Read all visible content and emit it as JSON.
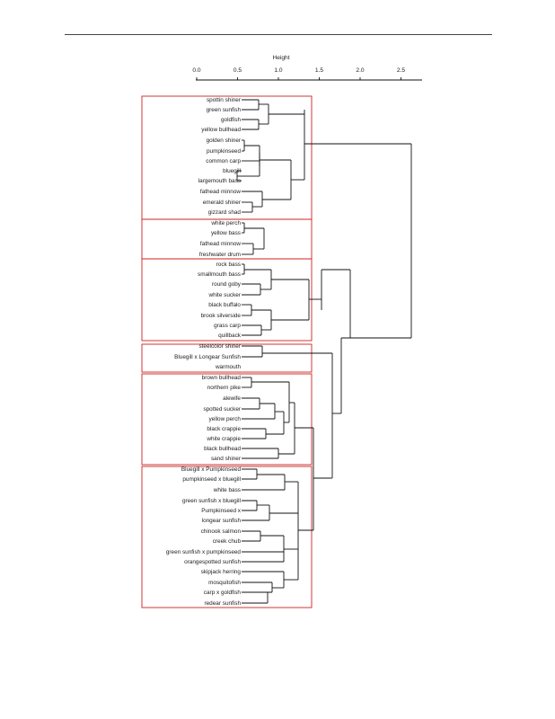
{
  "axis": {
    "title": "Height",
    "ticks": [
      "0.0",
      "0.5",
      "1.0",
      "1.5",
      "2.0",
      "2.5"
    ]
  },
  "leaves": [
    "spottin shiner",
    "green sunfish",
    "goldfish",
    "yellow bullhead",
    "golden shiner",
    "pumpkinseed",
    "common carp",
    "bluegill",
    "largemouth bass",
    "fathead minnow",
    "emerald shiner",
    "gizzard shad",
    "white perch",
    "yellow bass",
    "fathead minnow",
    "freshwater drum",
    "rock bass",
    "smallmouth bass",
    "round goby",
    "white sucker",
    "black buffalo",
    "brook silverside",
    "grass carp",
    "quillback",
    "steelcolor shiner",
    "Bluegill x Longear Sunfish",
    "warmouth",
    "brown bullhead",
    "northern pike",
    "alewife",
    "spotted sucker",
    "yellow perch",
    "black crappie",
    "white crappie",
    "black bullhead",
    "sand shiner",
    "Bluegill x Pumpkinseed",
    "pumpkinseed x bluegill",
    "white bass",
    "green sunfish x bluegill",
    "Pumpkinseed x",
    "longear sunfish",
    "chinook salmon",
    "creek chub",
    "green sunfish x pumpkinseed",
    "orangespotted sunfish",
    "skipjack herring",
    "mosquitofish",
    "carp x goldfish",
    "redear sunfish"
  ]
}
